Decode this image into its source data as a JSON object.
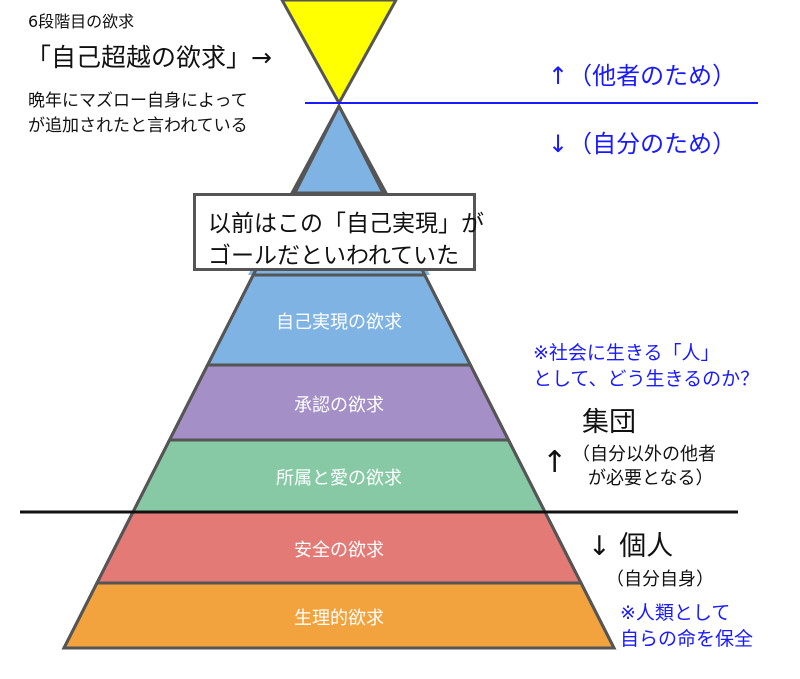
{
  "title_small": "6段階目の欲求",
  "title_main": "「自己超越の欲求」→",
  "title_note_1": "晩年にマズロー自身によって",
  "title_note_2": "が追加されたと言われている",
  "for_others": "↑（他者のため）",
  "for_self": "↓（自分のため）",
  "callout_line1": "以前はこの「自己実現」が",
  "callout_line2": "ゴールだといわれていた",
  "levels": [
    {
      "label": "自己実現の欲求",
      "color": "#7fb3e3"
    },
    {
      "label": "承認の欲求",
      "color": "#a48fc7"
    },
    {
      "label": "所属と愛の欲求",
      "color": "#87c9a5"
    },
    {
      "label": "安全の欲求",
      "color": "#e37a76"
    },
    {
      "label": "生理的欲求",
      "color": "#f3a33e"
    }
  ],
  "apex_color": "#7fb3e3",
  "transcendence_color": "#ffff00",
  "society_note_1": "※社会に生きる「人」",
  "society_note_2": "として、どう生きるのか？",
  "group_arrow": "↑",
  "group_title": "集団",
  "group_sub_1": "（自分以外の他者",
  "group_sub_2": "が必要となる）",
  "individual_title": "↓ 個人",
  "individual_sub": "（自分自身）",
  "human_note_1": "※人類として",
  "human_note_2": "自らの命を保全"
}
